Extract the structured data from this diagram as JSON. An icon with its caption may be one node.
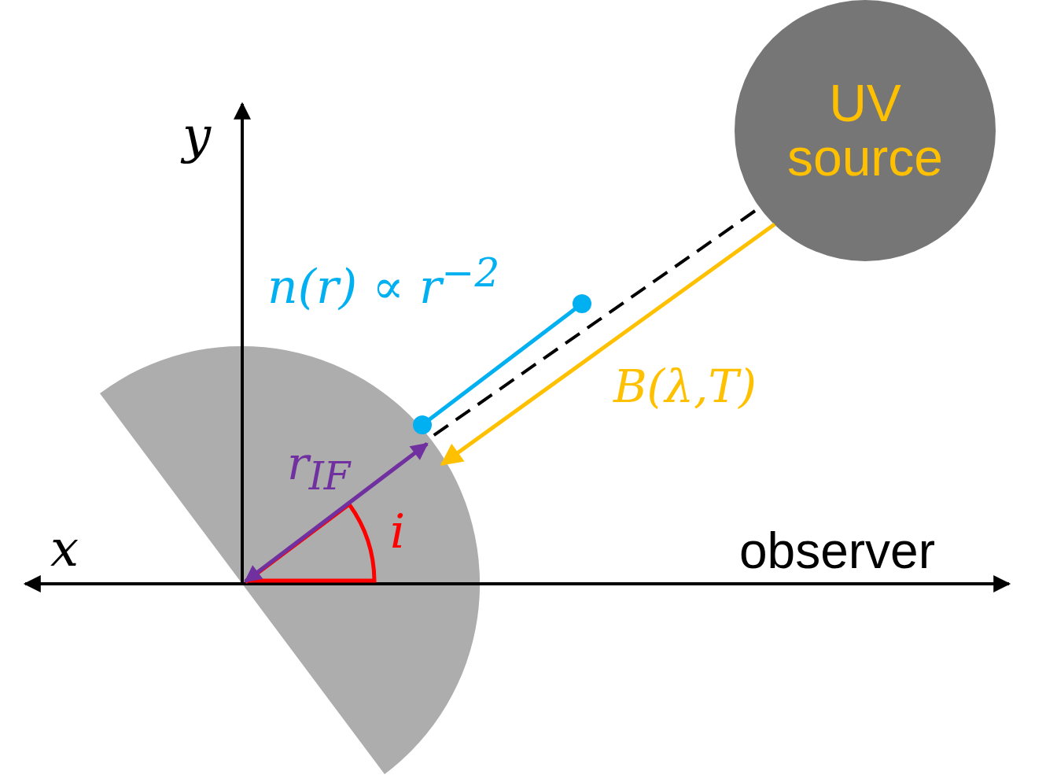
{
  "diagram": {
    "nodes": [
      {
        "text": [
          "UV source"
        ]
      },
      {
        "text": [],
        "shape": "sector"
      }
    ],
    "edges": [
      {
        "from": 0,
        "to": 1,
        "arrow": "none",
        "style": "dashed",
        "color": "#000000"
      },
      {
        "from": 0,
        "to": 1,
        "arrow": "to",
        "label": "B(λ,T)",
        "color": "#ffc000"
      }
    ],
    "labels": [
      "y",
      "n(r) ∝ r$^{−2}$",
      "r$_{IF}$",
      "i",
      "x",
      "observer"
    ]
  }
}
